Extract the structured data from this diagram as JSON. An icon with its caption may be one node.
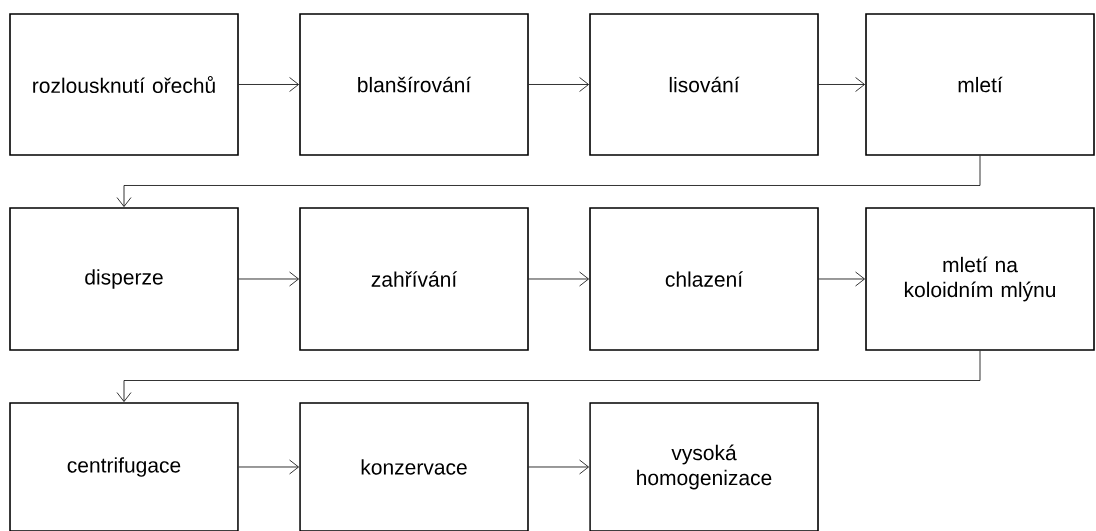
{
  "diagram": {
    "nodes": [
      {
        "text": [
          "rozlousknutí ořechů"
        ]
      },
      {
        "text": [
          "blanšírování"
        ]
      },
      {
        "text": [
          "lisování"
        ]
      },
      {
        "text": [
          "mletí"
        ]
      },
      {
        "text": [
          "disperze"
        ]
      },
      {
        "text": [
          "zahřívání"
        ]
      },
      {
        "text": [
          "chlazení"
        ]
      },
      {
        "text": [
          "mletí na koloidním mlýnu"
        ]
      },
      {
        "text": [
          "centrifugace"
        ]
      },
      {
        "text": [
          "konzervace"
        ]
      },
      {
        "text": [
          "vysoká homogenizace"
        ]
      }
    ],
    "edges": [
      {
        "from": 0,
        "to": 1,
        "arrow": "to"
      },
      {
        "from": 1,
        "to": 2,
        "arrow": "to"
      },
      {
        "from": 2,
        "to": 3,
        "arrow": "to"
      },
      {
        "from": 3,
        "to": 4,
        "arrow": "to"
      },
      {
        "from": 4,
        "to": 5,
        "arrow": "to"
      },
      {
        "from": 5,
        "to": 6,
        "arrow": "to"
      },
      {
        "from": 6,
        "to": 7,
        "arrow": "to"
      },
      {
        "from": 7,
        "to": 8,
        "arrow": "to"
      },
      {
        "from": 8,
        "to": 9,
        "arrow": "to"
      },
      {
        "from": 9,
        "to": 10,
        "arrow": "to"
      }
    ]
  }
}
